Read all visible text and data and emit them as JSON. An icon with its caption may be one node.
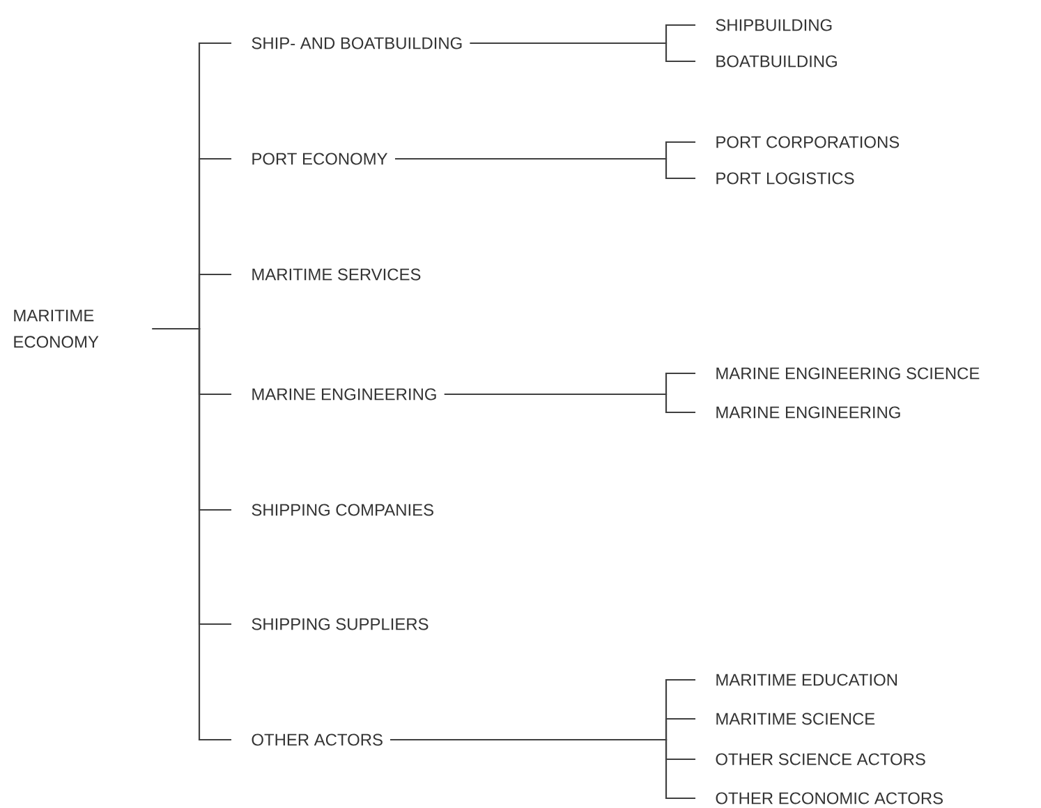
{
  "diagram": {
    "nodes": [
      {
        "text": [
          "MARITIME ECONOMY"
        ]
      },
      {
        "text": [
          "SHIP- AND BOATBUILDING"
        ]
      },
      {
        "text": [
          "SHIPBUILDING"
        ]
      },
      {
        "text": [
          "BOATBUILDING"
        ]
      },
      {
        "text": [
          "PORT ECONOMY"
        ]
      },
      {
        "text": [
          "PORT CORPORATIONS"
        ]
      },
      {
        "text": [
          "PORT LOGISTICS"
        ]
      },
      {
        "text": [
          "MARITIME SERVICES"
        ]
      },
      {
        "text": [
          "MARINE ENGINEERING"
        ]
      },
      {
        "text": [
          "MARINE ENGINEERING SCIENCE"
        ]
      },
      {
        "text": [
          "MARINE ENGINEERING"
        ]
      },
      {
        "text": [
          "SHIPPING COMPANIES"
        ]
      },
      {
        "text": [
          "SHIPPING SUPPLIERS"
        ]
      },
      {
        "text": [
          "OTHER ACTORS"
        ]
      },
      {
        "text": [
          "MARITIME EDUCATION"
        ]
      },
      {
        "text": [
          "MARITIME SCIENCE"
        ]
      },
      {
        "text": [
          "OTHER SCIENCE ACTORS"
        ]
      },
      {
        "text": [
          "OTHER ECONOMIC ACTORS"
        ]
      }
    ],
    "edges": [
      {
        "from": 0,
        "to": 1,
        "arrow": "none"
      },
      {
        "from": 0,
        "to": 4,
        "arrow": "none"
      },
      {
        "from": 0,
        "to": 7,
        "arrow": "none"
      },
      {
        "from": 0,
        "to": 8,
        "arrow": "none"
      },
      {
        "from": 0,
        "to": 11,
        "arrow": "none"
      },
      {
        "from": 0,
        "to": 12,
        "arrow": "none"
      },
      {
        "from": 0,
        "to": 13,
        "arrow": "none"
      },
      {
        "from": 1,
        "to": 2,
        "arrow": "none"
      },
      {
        "from": 1,
        "to": 3,
        "arrow": "none"
      },
      {
        "from": 4,
        "to": 5,
        "arrow": "none"
      },
      {
        "from": 4,
        "to": 6,
        "arrow": "none"
      },
      {
        "from": 8,
        "to": 9,
        "arrow": "none"
      },
      {
        "from": 8,
        "to": 10,
        "arrow": "none"
      },
      {
        "from": 13,
        "to": 14,
        "arrow": "none"
      },
      {
        "from": 13,
        "to": 15,
        "arrow": "none"
      },
      {
        "from": 13,
        "to": 16,
        "arrow": "none"
      },
      {
        "from": 13,
        "to": 17,
        "arrow": "none"
      }
    ]
  }
}
